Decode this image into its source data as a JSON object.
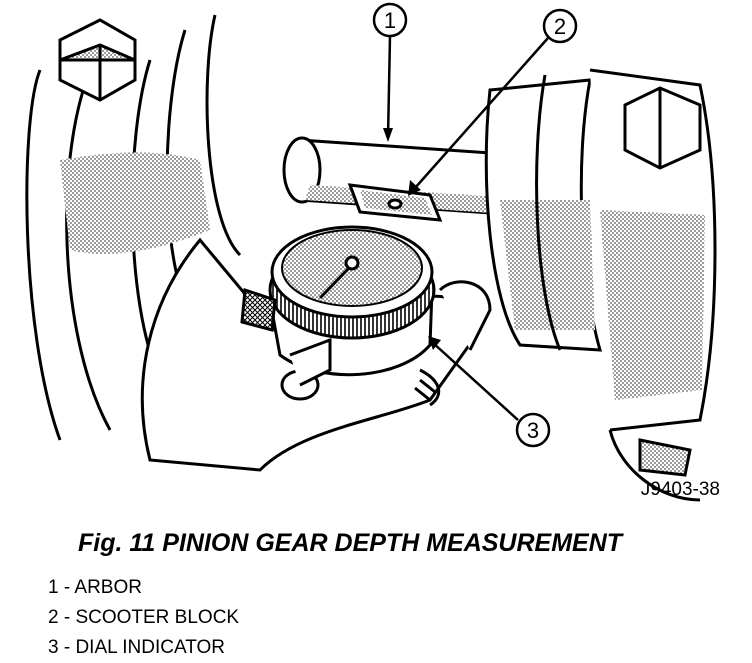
{
  "figure": {
    "drawing_code": "J9403-38",
    "callouts": [
      "1",
      "2",
      "3"
    ],
    "caption": "Fig. 11 PINION GEAR DEPTH MEASUREMENT"
  },
  "legend": [
    "1 - ARBOR",
    "2 - SCOOTER BLOCK",
    "3 - DIAL INDICATOR"
  ]
}
